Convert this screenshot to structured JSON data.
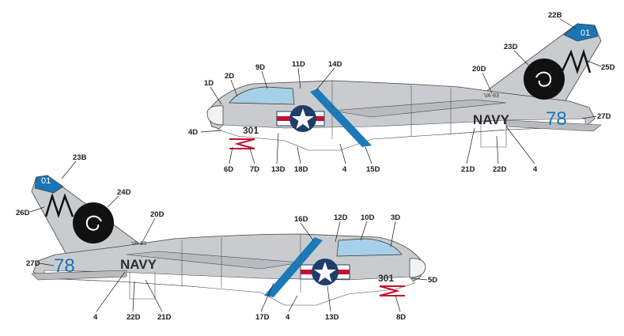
{
  "aircraft_top": {
    "nose_number": "301",
    "tail_number": "01",
    "side_number": "78",
    "service_text": "NAVY",
    "squadron_text": "VA-83",
    "callouts": [
      "1D",
      "2D",
      "9D",
      "11D",
      "14D",
      "4D",
      "6D",
      "7D",
      "13D",
      "18D",
      "4",
      "15D",
      "21D",
      "22D",
      "4",
      "22B",
      "23D",
      "20D",
      "25D",
      "27D"
    ]
  },
  "aircraft_bottom": {
    "nose_number": "301",
    "tail_number": "01",
    "side_number": "78",
    "service_text": "NAVY",
    "squadron_text": "VA-83",
    "callouts": [
      "23B",
      "24D",
      "26D",
      "20D",
      "27D",
      "4",
      "22D",
      "21D",
      "16D",
      "12D",
      "10D",
      "3D",
      "5D",
      "17D",
      "4",
      "13D",
      "8D"
    ]
  },
  "colors": {
    "fuselage_gray": "#c9cccf",
    "underside_white": "#ffffff",
    "tail_blue": "#1b74b5",
    "stripe_blue": "#1c7ab8",
    "insignia_blue": "#1f3d6b",
    "insignia_red": "#c8102e",
    "radome_white": "#f2f2f2"
  }
}
